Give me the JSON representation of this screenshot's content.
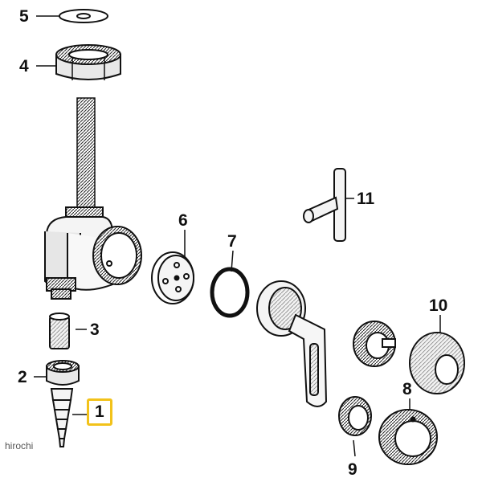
{
  "diagram": {
    "callouts": [
      "1",
      "2",
      "3",
      "4",
      "5",
      "6",
      "7",
      "8",
      "9",
      "10",
      "11"
    ],
    "highlighted_callout": "1",
    "highlight_color": "#f2c21a"
  },
  "watermark": "hirochi"
}
